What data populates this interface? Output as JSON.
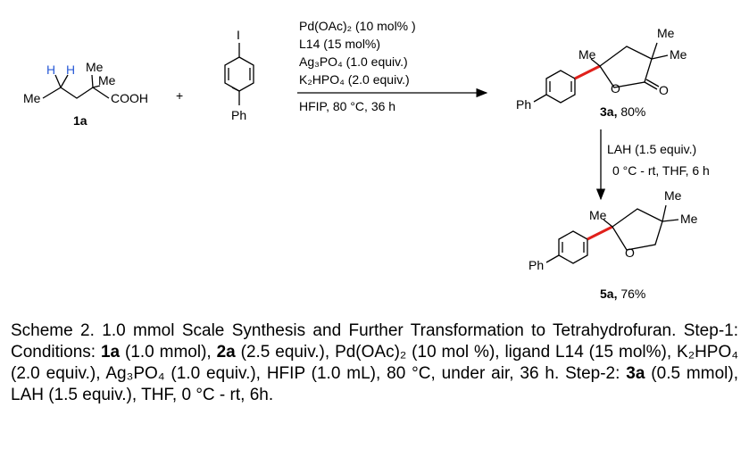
{
  "reactant": {
    "H1": "H",
    "H2": "H",
    "Me1": "Me",
    "Me2": "Me",
    "Me3": "Me",
    "acid": "COOH",
    "compound_label": "1a",
    "plus": "+"
  },
  "aryl_iodide": {
    "iodo": "I",
    "phenyl": "Ph"
  },
  "conditions": {
    "pd": "Pd(OAc)₂ (10 mol% )",
    "ligand": "L14 (15 mol%)",
    "ag": "Ag₃PO₄ (1.0 equiv.)",
    "base": "K₂HPO₄ (2.0 equiv.)",
    "solvent": "HFIP, 80 °C,  36 h"
  },
  "product_3a": {
    "me_gem1": "Me",
    "me_gem2": "Me",
    "me_quat": "Me",
    "ring_o": "O",
    "carbonyl_o": "O",
    "phenyl": "Ph",
    "label": "3a,",
    "yield": " 80%"
  },
  "step2": {
    "reagent": "LAH (1.5 equiv.)",
    "conditions": "0 °C - rt, THF,  6 h"
  },
  "product_5a": {
    "me_gem1": "Me",
    "me_gem2": "Me",
    "me_quat": "Me",
    "ring_o": "O",
    "phenyl": "Ph",
    "label": "5a,",
    "yield": " 76%"
  },
  "caption": {
    "part1": "Scheme 2. 1.0 mmol Scale Synthesis and Further Transformation to Tetrahydrofuran. Step-1: Conditions: ",
    "c1": "1a",
    "part2": " (1.0 mmol), ",
    "c2": "2a",
    "part3": " (2.5 equiv.), Pd(OAc)₂ (10 mol %), ligand L14 (15 mol%), K₂HPO₄ (2.0 equiv.), Ag₃PO₄ (1.0 equiv.), HFIP (1.0 mL), 80 °C, under air, 36 h. Step-2: ",
    "c3": "3a",
    "part4": " (0.5 mmol), LAH (1.5 equiv.), THF, 0 °C - rt, 6h."
  },
  "colors": {
    "highlight_bond": "#e0201b",
    "hydrogen_label": "#2a5bd7",
    "text": "#000000"
  }
}
